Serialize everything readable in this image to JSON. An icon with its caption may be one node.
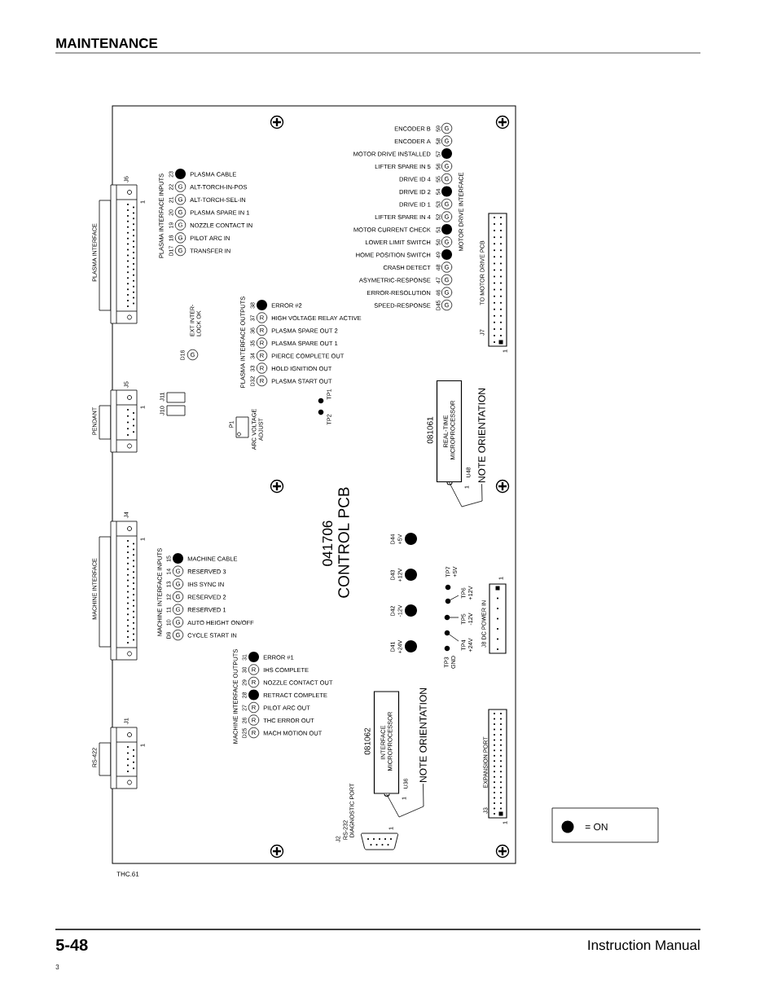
{
  "diagram": {
    "title": "MAINTENANCE",
    "nodes": [
      {
        "text": [
          "041706",
          "CONTROL PCB"
        ]
      },
      {
        "text": [],
        "shape": "circle",
        "beside": [
          "PLASMA CABLE",
          "23"
        ],
        "in": 0
      },
      {
        "text": [
          "G"
        ],
        "beside": [
          "ALT-TORCH-IN-POS",
          "22"
        ],
        "in": 0
      },
      {
        "text": [
          "G"
        ],
        "beside": [
          "ALT-TORCH-SEL-IN",
          "21"
        ],
        "in": 0
      },
      {
        "text": [
          "G"
        ],
        "beside": [
          "PLASMA SPARE IN 1",
          "20"
        ],
        "in": 0
      },
      {
        "text": [
          "G"
        ],
        "beside": [
          "NOZZLE CONTACT IN",
          "19"
        ],
        "in": 0
      },
      {
        "text": [
          "G"
        ],
        "beside": [
          "PILOT ARC IN",
          "18"
        ],
        "in": 0
      },
      {
        "text": [
          "G"
        ],
        "beside": [
          "TRANSFER IN",
          "D17"
        ],
        "in": 0
      },
      {
        "text": [
          "G"
        ],
        "beside": [
          "EXT INTER- LOCK OK",
          "D16"
        ],
        "in": 0
      },
      {
        "text": [],
        "shape": "circle",
        "beside": [
          "ERROR #2",
          "38"
        ],
        "in": 0
      },
      {
        "text": [
          "R"
        ],
        "beside": [
          "HIGH VOLTAGE RELAY ACTIVE",
          "37"
        ],
        "in": 0
      },
      {
        "text": [
          "R"
        ],
        "beside": [
          "PLASMA SPARE OUT 2",
          "36"
        ],
        "in": 0
      },
      {
        "text": [
          "R"
        ],
        "beside": [
          "PLASMA SPARE OUT 1",
          "35"
        ],
        "in": 0
      },
      {
        "text": [
          "R"
        ],
        "beside": [
          "PIERCE COMPLETE OUT",
          "34"
        ],
        "in": 0
      },
      {
        "text": [
          "R"
        ],
        "beside": [
          "HOLD IGNITION OUT",
          "33"
        ],
        "in": 0
      },
      {
        "text": [
          "R"
        ],
        "beside": [
          "PLASMA START OUT",
          "D32"
        ],
        "in": 0
      },
      {
        "text": [
          "G"
        ],
        "beside": [
          "ENCODER B",
          "59"
        ],
        "in": 0
      },
      {
        "text": [
          "G"
        ],
        "beside": [
          "ENCODER A",
          "58"
        ],
        "in": 0
      },
      {
        "text": [],
        "shape": "circle",
        "beside": [
          "MOTOR DRIVE INSTALLED",
          "57"
        ],
        "in": 0
      },
      {
        "text": [
          "G"
        ],
        "beside": [
          "LIFTER SPARE IN 5",
          "56"
        ],
        "in": 0
      },
      {
        "text": [
          "G"
        ],
        "beside": [
          "DRIVE ID 4",
          "55"
        ],
        "in": 0
      },
      {
        "text": [],
        "shape": "circle",
        "beside": [
          "DRIVE ID 2",
          "54"
        ],
        "in": 0
      },
      {
        "text": [
          "G"
        ],
        "beside": [
          "DRIVE ID 1",
          "53"
        ],
        "in": 0
      },
      {
        "text": [
          "G"
        ],
        "beside": [
          "LIFTER SPARE IN 4",
          "52"
        ],
        "in": 0
      },
      {
        "text": [],
        "shape": "circle",
        "beside": [
          "MOTOR CURRENT CHECK",
          "51"
        ],
        "in": 0
      },
      {
        "text": [
          "G"
        ],
        "beside": [
          "LOWER LIMIT SWITCH",
          "50"
        ],
        "in": 0
      },
      {
        "text": [],
        "shape": "circle",
        "beside": [
          "HOME POSITION SWITCH",
          "49"
        ],
        "in": 0
      },
      {
        "text": [
          "G"
        ],
        "beside": [
          "CRASH DETECT",
          "48"
        ],
        "in": 0
      },
      {
        "text": [
          "G"
        ],
        "beside": [
          "ASYMETRIC-RESPONSE",
          "47"
        ],
        "in": 0
      },
      {
        "text": [
          "G"
        ],
        "beside": [
          "ERROR-RESOLUTION",
          "46"
        ],
        "in": 0
      },
      {
        "text": [
          "G"
        ],
        "beside": [
          "SPEED-RESPONSE",
          "D45"
        ],
        "in": 0
      },
      {
        "text": [
          "REAL-TIME MICROPROCESSOR"
        ],
        "beside": [
          "081061",
          "U48",
          "1"
        ],
        "in": 0
      },
      {
        "text": [
          "NOTE ORIENTATION"
        ],
        "in": 0
      },
      {
        "text": [],
        "shape": "circle",
        "beside": [
          "MACHINE CABLE",
          "15"
        ],
        "in": 0
      },
      {
        "text": [
          "G"
        ],
        "beside": [
          "RESERVED 3",
          "14"
        ],
        "in": 0
      },
      {
        "text": [
          "G"
        ],
        "beside": [
          "IHS SYNC IN",
          "13"
        ],
        "in": 0
      },
      {
        "text": [
          "G"
        ],
        "beside": [
          "RESERVED 2",
          "12"
        ],
        "in": 0
      },
      {
        "text": [
          "G"
        ],
        "beside": [
          "RESERVED 1",
          "11"
        ],
        "in": 0
      },
      {
        "text": [
          "G"
        ],
        "beside": [
          "AUTO HEIGHT ON/OFF",
          "10"
        ],
        "in": 0
      },
      {
        "text": [
          "G"
        ],
        "beside": [
          "CYCLE START IN",
          "D9"
        ],
        "in": 0
      },
      {
        "text": [],
        "shape": "circle",
        "beside": [
          "D44",
          "+5V"
        ],
        "in": 0
      },
      {
        "text": [],
        "shape": "circle",
        "beside": [
          "D43",
          "+12V"
        ],
        "in": 0
      },
      {
        "text": [],
        "shape": "circle",
        "beside": [
          "D42",
          "-12V"
        ],
        "in": 0
      },
      {
        "text": [],
        "shape": "circle",
        "beside": [
          "D41",
          "+24V"
        ],
        "in": 0
      },
      {
        "text": [],
        "shape": "circle",
        "beside": [
          "ERROR #1",
          "31"
        ],
        "in": 0
      },
      {
        "text": [
          "R"
        ],
        "beside": [
          "IHS COMPLETE",
          "30"
        ],
        "in": 0
      },
      {
        "text": [
          "R"
        ],
        "beside": [
          "NOZZLE CONTACT OUT",
          "29"
        ],
        "in": 0
      },
      {
        "text": [],
        "shape": "circle",
        "beside": [
          "RETRACT COMPLETE",
          "28"
        ],
        "in": 0
      },
      {
        "text": [
          "R"
        ],
        "beside": [
          "PILOT ARC OUT",
          "27"
        ],
        "in": 0
      },
      {
        "text": [
          "R"
        ],
        "beside": [
          "THC ERROR OUT",
          "26"
        ],
        "in": 0
      },
      {
        "text": [
          "R"
        ],
        "beside": [
          "MACH MOTION OUT",
          "D25"
        ],
        "in": 0
      },
      {
        "text": [
          "INTERFACE MICROPROCESSOR"
        ],
        "beside": [
          "081062",
          "U36",
          "1"
        ],
        "in": 0
      },
      {
        "text": [
          "NOTE ORIENTATION"
        ],
        "in": 0
      }
    ],
    "edges": [
      {
        "from": 32,
        "to": 31,
        "arrow": "none"
      },
      {
        "from": 52,
        "to": 51,
        "arrow": "none"
      }
    ],
    "labels": [
      "J6",
      "1",
      "PLASMA INTERFACE",
      "PLASMA INTERFACE INPUTS",
      "PLASMA INTERFACE OUTPUTS",
      "MOTOR DRIVE INTERFACE",
      "TO MOTOR DRIVE PCB",
      "J7",
      "1",
      "J5",
      "1",
      "PENDANT",
      "J10",
      "J11",
      "P1",
      "ARC VOLTAGE ADJUST",
      "TP1",
      "TP2",
      "J4",
      "1",
      "MACHINE INTERFACE",
      "MACHINE INTERFACE INPUTS",
      "TP7",
      "+5V",
      "TP6",
      "+12V",
      "TP5",
      "-12V",
      "TP4",
      "+24V",
      "TP3",
      "GND",
      "J8 DC POWER IN",
      "1",
      "MACHINE INTERFACE OUTPUTS",
      "J1",
      "1",
      "RS-422",
      "J2",
      "RS-232",
      "DIAGNOSTIC PORT",
      "1",
      "EXPANSION PORT",
      "J3",
      "1",
      "THC.61",
      "5-48",
      "Instruction Manual",
      "3"
    ],
    "legend": [
      {
        "text": "= ON"
      }
    ]
  }
}
